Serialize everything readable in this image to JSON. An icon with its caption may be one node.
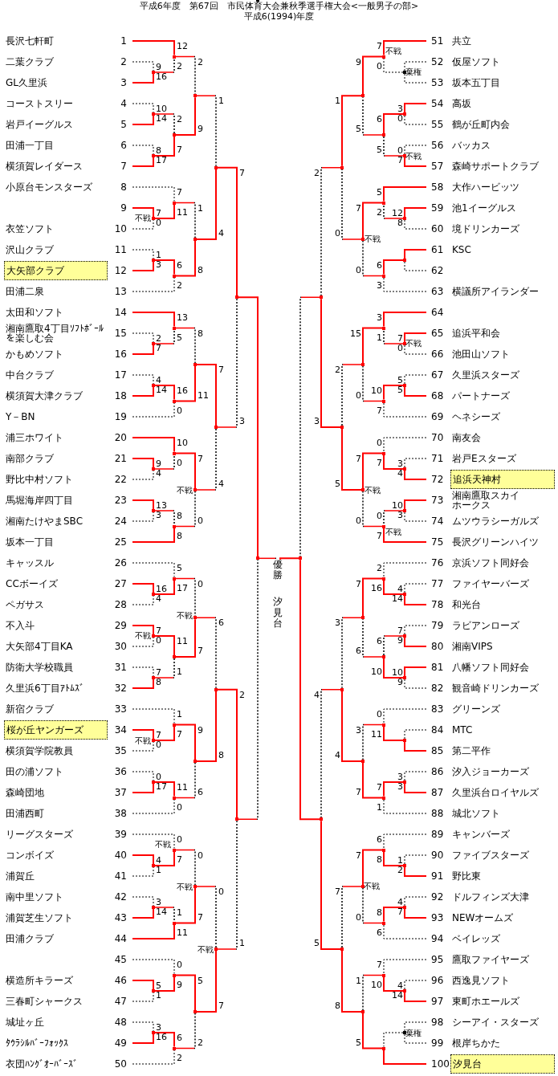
{
  "diagram": {
    "title": "平成6年度　第67回　市民体育大会兼秋季選手権大会<一般男子の部>",
    "nodes": [
      {
        "text": [
          "長沢七軒町",
          "1"
        ]
      },
      {
        "text": [
          "二葉クラブ",
          "2"
        ]
      },
      {
        "text": [
          "GL久里浜",
          "3"
        ]
      },
      {
        "text": [
          "コーストスリー",
          "4"
        ]
      },
      {
        "text": [
          "岩戸イーグルス",
          "5"
        ]
      },
      {
        "text": [
          "田浦一丁目",
          "6"
        ]
      },
      {
        "text": [
          "横須賀レイダース",
          "7"
        ]
      },
      {
        "text": [
          "小原台モンスターズ",
          "8"
        ]
      },
      {
        "text": [
          "9"
        ]
      },
      {
        "text": [
          "衣笠ソフト",
          "10"
        ]
      },
      {
        "text": [
          "沢山クラブ",
          "11"
        ]
      },
      {
        "text": [
          "大矢部クラブ",
          "12"
        ]
      },
      {
        "text": [
          "田浦二泉",
          "13"
        ]
      },
      {
        "text": [
          "太田和ソフト",
          "14"
        ]
      },
      {
        "text": [
          "湘南鷹取4丁目ｿﾌﾄﾎﾞｰﾙを楽しむ会",
          "15"
        ]
      },
      {
        "text": [
          "かもめソフト",
          "16"
        ]
      },
      {
        "text": [
          "中台クラブ",
          "17"
        ]
      },
      {
        "text": [
          "横須賀大津クラブ",
          "18"
        ]
      },
      {
        "text": [
          "Y－BN",
          "19"
        ]
      },
      {
        "text": [
          "浦三ホワイト",
          "20"
        ]
      },
      {
        "text": [
          "南部クラブ",
          "21"
        ]
      },
      {
        "text": [
          "野比中村ソフト",
          "22"
        ]
      },
      {
        "text": [
          "馬堀海岸四丁目",
          "23"
        ]
      },
      {
        "text": [
          "湘南たけやまSBC",
          "24"
        ]
      },
      {
        "text": [
          "坂本一丁目",
          "25"
        ]
      },
      {
        "text": [
          "キャッスル",
          "26"
        ]
      },
      {
        "text": [
          "CCボーイズ",
          "27"
        ]
      },
      {
        "text": [
          "ペガサス",
          "28"
        ]
      },
      {
        "text": [
          "不入斗",
          "29"
        ]
      },
      {
        "text": [
          "大矢部4丁目KA",
          "30"
        ]
      },
      {
        "text": [
          "防衛大学校職員",
          "31"
        ]
      },
      {
        "text": [
          "久里浜6丁目ｱﾄﾑｽﾞ",
          "32"
        ]
      },
      {
        "text": [
          "新宿クラブ",
          "33"
        ]
      },
      {
        "text": [
          "桜が丘ヤンガーズ",
          "34"
        ]
      },
      {
        "text": [
          "横須賀学院教員",
          "35"
        ]
      },
      {
        "text": [
          "田の浦ソフト",
          "36"
        ]
      },
      {
        "text": [
          "森崎団地",
          "37"
        ]
      },
      {
        "text": [
          "田浦西町",
          "38"
        ]
      },
      {
        "text": [
          "リーグスターズ",
          "39"
        ]
      },
      {
        "text": [
          "コンボイズ",
          "40"
        ]
      },
      {
        "text": [
          "浦賀丘",
          "41"
        ]
      },
      {
        "text": [
          "南中里ソフト",
          "42"
        ]
      },
      {
        "text": [
          "浦賀芝生ソフト",
          "43"
        ]
      },
      {
        "text": [
          "田浦クラブ",
          "44"
        ]
      },
      {
        "text": [
          "45"
        ]
      },
      {
        "text": [
          "横造所キラーズ",
          "46"
        ]
      },
      {
        "text": [
          "三春町シャークス",
          "47"
        ]
      },
      {
        "text": [
          "城址ヶ丘",
          "48"
        ]
      },
      {
        "text": [
          "ﾀｳﾗｼﾙﾊﾞｰﾌｫｯｸｽ",
          "49"
        ]
      },
      {
        "text": [
          "衣団ﾊﾝｸﾞｵｰﾊﾞｰｽﾞ",
          "50"
        ]
      },
      {
        "text": [
          "51",
          "共立"
        ]
      },
      {
        "text": [
          "52",
          "仮屋ソフト"
        ]
      },
      {
        "text": [
          "53",
          "坂本五丁目"
        ]
      },
      {
        "text": [
          "54",
          "高坂"
        ]
      },
      {
        "text": [
          "55",
          "鶴が丘町内会"
        ]
      },
      {
        "text": [
          "56",
          "バッカス"
        ]
      },
      {
        "text": [
          "57",
          "森崎サポートクラブ"
        ]
      },
      {
        "text": [
          "58",
          "大作ハービッツ"
        ]
      },
      {
        "text": [
          "59",
          "池1イーグルス"
        ]
      },
      {
        "text": [
          "60",
          "境ドリンカーズ"
        ]
      },
      {
        "text": [
          "61",
          "KSC"
        ]
      },
      {
        "text": [
          "62"
        ]
      },
      {
        "text": [
          "63",
          "横議所アイランダー"
        ]
      },
      {
        "text": [
          "64"
        ]
      },
      {
        "text": [
          "65",
          "追浜平和会"
        ]
      },
      {
        "text": [
          "66",
          "池田山ソフト"
        ]
      },
      {
        "text": [
          "67",
          "久里浜スターズ"
        ]
      },
      {
        "text": [
          "68",
          "パートナーズ"
        ]
      },
      {
        "text": [
          "69",
          "ヘネシーズ"
        ]
      },
      {
        "text": [
          "70",
          "南友会"
        ]
      },
      {
        "text": [
          "71",
          "岩戸Eスターズ"
        ]
      },
      {
        "text": [
          "72",
          "追浜天神村"
        ]
      },
      {
        "text": [
          "73",
          "湘南鷹取スカイホークス"
        ]
      },
      {
        "text": [
          "74",
          "ムツウラシーガルズ"
        ]
      },
      {
        "text": [
          "75",
          "長沢グリーンハイツ"
        ]
      },
      {
        "text": [
          "76",
          "京浜ソフト同好会"
        ]
      },
      {
        "text": [
          "77",
          "ファイヤーバーズ"
        ]
      },
      {
        "text": [
          "78",
          "和光台"
        ]
      },
      {
        "text": [
          "79",
          "ラビアンローズ"
        ]
      },
      {
        "text": [
          "80",
          "湘南VIPS"
        ]
      },
      {
        "text": [
          "81",
          "八幡ソフト同好会"
        ]
      },
      {
        "text": [
          "82",
          "観音崎ドリンカーズ"
        ]
      },
      {
        "text": [
          "83",
          "グリーンズ"
        ]
      },
      {
        "text": [
          "84",
          "MTC"
        ]
      },
      {
        "text": [
          "85",
          "第二平作"
        ]
      },
      {
        "text": [
          "86",
          "汐入ジョーカーズ"
        ]
      },
      {
        "text": [
          "87",
          "久里浜台ロイヤルズ"
        ]
      },
      {
        "text": [
          "88",
          "城北ソフト"
        ]
      },
      {
        "text": [
          "89",
          "キャンバーズ"
        ]
      },
      {
        "text": [
          "90",
          "ファイブスターズ"
        ]
      },
      {
        "text": [
          "91",
          "野比東"
        ]
      },
      {
        "text": [
          "92",
          "ドルフィンズ大津"
        ]
      },
      {
        "text": [
          "93",
          "NEWオームズ"
        ]
      },
      {
        "text": [
          "94",
          "ベイレッズ"
        ]
      },
      {
        "text": [
          "95",
          "鷹取ファイヤーズ"
        ]
      },
      {
        "text": [
          "96",
          "西逸見ソフト"
        ]
      },
      {
        "text": [
          "97",
          "東町ホエールズ"
        ]
      },
      {
        "text": [
          "98",
          "シーアイ・スターズ"
        ]
      },
      {
        "text": [
          "99",
          "根岸ちかた"
        ]
      },
      {
        "text": [
          "100",
          "汐見台"
        ]
      },
      {
        "text": [
          "優勝",
          "汐見台"
        ]
      },
      {
        "text": [],
        "shape": "dot"
      },
      {
        "text": [],
        "shape": "dot"
      },
      {
        "text": [],
        "shape": "dot"
      },
      {
        "text": [],
        "shape": "dot"
      },
      {
        "text": [],
        "shape": "dot"
      },
      {
        "text": [],
        "shape": "dot"
      },
      {
        "text": [],
        "shape": "dot"
      },
      {
        "text": [],
        "shape": "dot"
      },
      {
        "text": [],
        "shape": "dot"
      },
      {
        "text": [],
        "shape": "dot"
      },
      {
        "text": [],
        "shape": "dot"
      },
      {
        "text": [],
        "shape": "dot"
      },
      {
        "text": [],
        "shape": "dot"
      },
      {
        "text": [],
        "shape": "dot"
      },
      {
        "text": [],
        "shape": "dot"
      },
      {
        "text": [],
        "shape": "dot"
      },
      {
        "text": [],
        "shape": "dot"
      },
      {
        "text": [],
        "shape": "dot"
      },
      {
        "text": [],
        "shape": "dot"
      },
      {
        "text": [],
        "shape": "dot"
      },
      {
        "text": [],
        "shape": "dot"
      },
      {
        "text": [],
        "shape": "dot"
      },
      {
        "text": [],
        "shape": "dot"
      },
      {
        "text": [],
        "shape": "dot"
      },
      {
        "text": [],
        "shape": "dot"
      },
      {
        "text": [],
        "shape": "dot"
      },
      {
        "text": [],
        "shape": "dot"
      },
      {
        "text": [],
        "shape": "dot"
      },
      {
        "text": [],
        "shape": "dot"
      },
      {
        "text": [],
        "shape": "dot"
      },
      {
        "text": [],
        "shape": "dot"
      },
      {
        "text": [],
        "shape": "dot"
      },
      {
        "text": [],
        "shape": "dot"
      },
      {
        "text": [],
        "shape": "dot"
      },
      {
        "text": [],
        "shape": "dot"
      },
      {
        "text": [],
        "shape": "dot"
      },
      {
        "text": [],
        "shape": "dot"
      },
      {
        "text": [],
        "shape": "dot"
      },
      {
        "text": [],
        "shape": "dot"
      },
      {
        "text": [],
        "shape": "dot"
      },
      {
        "text": [],
        "shape": "dot"
      },
      {
        "text": [],
        "shape": "dot"
      },
      {
        "text": [],
        "shape": "dot"
      },
      {
        "text": [],
        "shape": "dot"
      },
      {
        "text": [],
        "shape": "dot"
      },
      {
        "text": [],
        "shape": "dot"
      },
      {
        "text": [],
        "shape": "dot"
      },
      {
        "text": [],
        "shape": "dot"
      },
      {
        "text": [],
        "shape": "dot"
      },
      {
        "text": [],
        "shape": "dot"
      },
      {
        "text": [],
        "shape": "dot"
      },
      {
        "text": [],
        "shape": "dot"
      },
      {
        "text": [],
        "shape": "dot"
      },
      {
        "text": [],
        "shape": "dot"
      },
      {
        "text": [],
        "shape": "dot"
      },
      {
        "text": [],
        "shape": "dot"
      },
      {
        "text": [],
        "shape": "dot"
      },
      {
        "text": [],
        "shape": "dot"
      },
      {
        "text": [],
        "shape": "dot"
      },
      {
        "text": [],
        "shape": "dot"
      },
      {
        "text": [],
        "shape": "dot"
      },
      {
        "text": [],
        "shape": "dot"
      },
      {
        "text": [],
        "shape": "dot"
      },
      {
        "text": [],
        "shape": "dot"
      },
      {
        "text": [],
        "shape": "dot"
      },
      {
        "text": [],
        "shape": "dot"
      },
      {
        "text": [],
        "shape": "dot"
      },
      {
        "text": [],
        "shape": "dot"
      },
      {
        "text": [],
        "shape": "dot"
      },
      {
        "text": [],
        "shape": "dot"
      },
      {
        "text": [],
        "shape": "dot"
      },
      {
        "text": [],
        "shape": "dot"
      },
      {
        "text": [],
        "shape": "dot"
      },
      {
        "text": [],
        "shape": "dot"
      },
      {
        "text": [],
        "shape": "dot"
      },
      {
        "text": [],
        "shape": "dot"
      },
      {
        "text": [],
        "shape": "dot"
      },
      {
        "text": [],
        "shape": "dot"
      },
      {
        "text": [],
        "shape": "dot"
      },
      {
        "text": [],
        "shape": "dot"
      },
      {
        "text": [],
        "shape": "dot"
      },
      {
        "text": [],
        "shape": "dot"
      },
      {
        "text": [],
        "shape": "dot"
      },
      {
        "text": [],
        "shape": "dot"
      },
      {
        "text": [],
        "shape": "dot"
      },
      {
        "text": [],
        "shape": "dot"
      },
      {
        "text": [],
        "shape": "dot"
      },
      {
        "text": [],
        "shape": "dot"
      },
      {
        "text": [],
        "shape": "dot"
      },
      {
        "text": [],
        "shape": "dot"
      },
      {
        "text": [],
        "shape": "dot"
      },
      {
        "text": [],
        "shape": "dot"
      },
      {
        "text": [],
        "shape": "dot"
      },
      {
        "text": [],
        "shape": "dot"
      },
      {
        "text": [],
        "shape": "dot"
      },
      {
        "text": [],
        "shape": "dot"
      },
      {
        "text": [],
        "shape": "dot"
      },
      {
        "text": [],
        "shape": "dot"
      },
      {
        "text": [],
        "shape": "dot"
      }
    ],
    "edges": [
      {
        "from": 1,
        "to": 101,
        "arrow": "none",
        "label": "9",
        "style": "dashed",
        "color": "#000000"
      },
      {
        "from": 2,
        "to": 101,
        "arrow": "none",
        "label": "16"
      },
      {
        "from": 0,
        "to": 102,
        "arrow": "none",
        "label": "12"
      },
      {
        "from": 101,
        "to": 102,
        "arrow": "none",
        "label": "2",
        "style": "dashed",
        "color": "#000000"
      },
      {
        "from": 3,
        "to": 103,
        "arrow": "none",
        "label": "10",
        "style": "dashed",
        "color": "#000000"
      },
      {
        "from": 4,
        "to": 103,
        "arrow": "none",
        "label": "14"
      },
      {
        "from": 5,
        "to": 104,
        "arrow": "none",
        "label": "8",
        "style": "dashed",
        "color": "#000000"
      },
      {
        "from": 6,
        "to": 104,
        "arrow": "none",
        "label": "17"
      },
      {
        "from": 103,
        "to": 105,
        "arrow": "none",
        "label": "2",
        "style": "dashed",
        "color": "#000000"
      },
      {
        "from": 104,
        "to": 105,
        "arrow": "none",
        "label": "7"
      },
      {
        "from": 102,
        "to": 106,
        "arrow": "none",
        "label": "2",
        "style": "dashed",
        "color": "#000000"
      },
      {
        "from": 105,
        "to": 106,
        "arrow": "none",
        "label": "9"
      },
      {
        "from": 8,
        "to": 107,
        "arrow": "none",
        "label": "7"
      },
      {
        "from": 9,
        "to": 107,
        "arrow": "none",
        "label": "0",
        "style": "dashed",
        "color": "#000000"
      },
      {
        "from": 7,
        "to": 108,
        "arrow": "none",
        "label": "7",
        "style": "dashed",
        "color": "#000000"
      },
      {
        "from": 107,
        "to": 108,
        "arrow": "none",
        "label": "11"
      },
      {
        "from": 10,
        "to": 109,
        "arrow": "none",
        "label": "1",
        "style": "dashed",
        "color": "#000000"
      },
      {
        "from": 11,
        "to": 109,
        "arrow": "none",
        "label": "3"
      },
      {
        "from": 109,
        "to": 110,
        "arrow": "none",
        "label": "6"
      },
      {
        "from": 12,
        "to": 110,
        "arrow": "none",
        "label": "2",
        "style": "dashed",
        "color": "#000000"
      },
      {
        "from": 108,
        "to": 111,
        "arrow": "none",
        "label": "1",
        "style": "dashed",
        "color": "#000000"
      },
      {
        "from": 110,
        "to": 111,
        "arrow": "none",
        "label": "8"
      },
      {
        "from": 106,
        "to": 112,
        "arrow": "none",
        "label": "1",
        "style": "dashed",
        "color": "#000000"
      },
      {
        "from": 111,
        "to": 112,
        "arrow": "none",
        "label": "4"
      },
      {
        "from": 14,
        "to": 113,
        "arrow": "none",
        "label": "2",
        "style": "dashed",
        "color": "#000000"
      },
      {
        "from": 15,
        "to": 113,
        "arrow": "none",
        "label": "7"
      },
      {
        "from": 13,
        "to": 114,
        "arrow": "none",
        "label": "13"
      },
      {
        "from": 113,
        "to": 114,
        "arrow": "none",
        "label": "5",
        "style": "dashed",
        "color": "#000000"
      },
      {
        "from": 16,
        "to": 115,
        "arrow": "none",
        "label": "4",
        "style": "dashed",
        "color": "#000000"
      },
      {
        "from": 17,
        "to": 115,
        "arrow": "none",
        "label": "14"
      },
      {
        "from": 115,
        "to": 116,
        "arrow": "none",
        "label": "16"
      },
      {
        "from": 18,
        "to": 116,
        "arrow": "none",
        "label": "0",
        "style": "dashed",
        "color": "#000000"
      },
      {
        "from": 114,
        "to": 117,
        "arrow": "none",
        "label": "8",
        "style": "dashed",
        "color": "#000000"
      },
      {
        "from": 116,
        "to": 117,
        "arrow": "none",
        "label": "11"
      },
      {
        "from": 20,
        "to": 118,
        "arrow": "none",
        "label": "9"
      },
      {
        "from": 21,
        "to": 118,
        "arrow": "none",
        "label": "4",
        "style": "dashed",
        "color": "#000000"
      },
      {
        "from": 19,
        "to": 119,
        "arrow": "none",
        "label": "10"
      },
      {
        "from": 118,
        "to": 119,
        "arrow": "none",
        "label": "0",
        "style": "dashed",
        "color": "#000000"
      },
      {
        "from": 22,
        "to": 120,
        "arrow": "none",
        "label": "13"
      },
      {
        "from": 23,
        "to": 120,
        "arrow": "none",
        "label": "3",
        "style": "dashed",
        "color": "#000000"
      },
      {
        "from": 120,
        "to": 121,
        "arrow": "none",
        "label": "8",
        "style": "dashed",
        "color": "#000000"
      },
      {
        "from": 24,
        "to": 121,
        "arrow": "none",
        "label": "8"
      },
      {
        "from": 119,
        "to": 122,
        "arrow": "none",
        "label": "7"
      },
      {
        "from": 121,
        "to": 122,
        "arrow": "none",
        "label": "0",
        "style": "dashed",
        "color": "#000000"
      },
      {
        "from": 117,
        "to": 123,
        "arrow": "none",
        "label": "7"
      },
      {
        "from": 122,
        "to": 123,
        "arrow": "none",
        "label": "4",
        "style": "dashed",
        "color": "#000000"
      },
      {
        "from": 112,
        "to": 124,
        "arrow": "none",
        "label": "7"
      },
      {
        "from": 123,
        "to": 124,
        "arrow": "none",
        "label": "3",
        "style": "dashed",
        "color": "#000000"
      },
      {
        "from": 26,
        "to": 125,
        "arrow": "none",
        "label": "16"
      },
      {
        "from": 27,
        "to": 125,
        "arrow": "none",
        "label": "4",
        "style": "dashed",
        "color": "#000000"
      },
      {
        "from": 25,
        "to": 126,
        "arrow": "none",
        "label": "5",
        "style": "dashed",
        "color": "#000000"
      },
      {
        "from": 125,
        "to": 126,
        "arrow": "none",
        "label": "17"
      },
      {
        "from": 28,
        "to": 127,
        "arrow": "none",
        "label": "7"
      },
      {
        "from": 29,
        "to": 127,
        "arrow": "none",
        "label": "0",
        "style": "dashed",
        "color": "#000000"
      },
      {
        "from": 30,
        "to": 128,
        "arrow": "none",
        "label": "7",
        "style": "dashed",
        "color": "#000000"
      },
      {
        "from": 31,
        "to": 128,
        "arrow": "none",
        "label": "8"
      },
      {
        "from": 127,
        "to": 129,
        "arrow": "none",
        "label": "11"
      },
      {
        "from": 128,
        "to": 129,
        "arrow": "none",
        "label": "1",
        "style": "dashed",
        "color": "#000000"
      },
      {
        "from": 126,
        "to": 130,
        "arrow": "none",
        "label": "0",
        "style": "dashed",
        "color": "#000000"
      },
      {
        "from": 129,
        "to": 130,
        "arrow": "none",
        "label": "7"
      },
      {
        "from": 33,
        "to": 131,
        "arrow": "none",
        "label": "7"
      },
      {
        "from": 34,
        "to": 131,
        "arrow": "none",
        "label": "0",
        "style": "dashed",
        "color": "#000000"
      },
      {
        "from": 32,
        "to": 132,
        "arrow": "none",
        "label": "1",
        "style": "dashed",
        "color": "#000000"
      },
      {
        "from": 131,
        "to": 132,
        "arrow": "none",
        "label": "7"
      },
      {
        "from": 35,
        "to": 133,
        "arrow": "none",
        "label": "0",
        "style": "dashed",
        "color": "#000000"
      },
      {
        "from": 36,
        "to": 133,
        "arrow": "none",
        "label": "17"
      },
      {
        "from": 133,
        "to": 134,
        "arrow": "none",
        "label": "11"
      },
      {
        "from": 37,
        "to": 134,
        "arrow": "none",
        "label": "0",
        "style": "dashed",
        "color": "#000000"
      },
      {
        "from": 132,
        "to": 135,
        "arrow": "none",
        "label": "9"
      },
      {
        "from": 134,
        "to": 135,
        "arrow": "none",
        "label": "6",
        "style": "dashed",
        "color": "#000000"
      },
      {
        "from": 130,
        "to": 136,
        "arrow": "none",
        "label": "6",
        "style": "dashed",
        "color": "#000000"
      },
      {
        "from": 135,
        "to": 136,
        "arrow": "none",
        "label": "8"
      },
      {
        "from": 39,
        "to": 137,
        "arrow": "none",
        "label": "4"
      },
      {
        "from": 40,
        "to": 137,
        "arrow": "none",
        "label": "1",
        "style": "dashed",
        "color": "#000000"
      },
      {
        "from": 38,
        "to": 138,
        "arrow": "none",
        "label": "0",
        "style": "dashed",
        "color": "#000000"
      },
      {
        "from": 137,
        "to": 138,
        "arrow": "none",
        "label": "7"
      },
      {
        "from": 41,
        "to": 139,
        "arrow": "none",
        "label": "3",
        "style": "dashed",
        "color": "#000000"
      },
      {
        "from": 42,
        "to": 139,
        "arrow": "none",
        "label": "14"
      },
      {
        "from": 139,
        "to": 140,
        "arrow": "none",
        "label": "1",
        "style": "dashed",
        "color": "#000000"
      },
      {
        "from": 43,
        "to": 140,
        "arrow": "none",
        "label": "11"
      },
      {
        "from": 138,
        "to": 141,
        "arrow": "none",
        "label": "0",
        "style": "dashed",
        "color": "#000000"
      },
      {
        "from": 140,
        "to": 141,
        "arrow": "none",
        "label": "7"
      },
      {
        "from": 45,
        "to": 142,
        "arrow": "none",
        "label": "5"
      },
      {
        "from": 46,
        "to": 142,
        "arrow": "none",
        "label": "1",
        "style": "dashed",
        "color": "#000000"
      },
      {
        "from": 44,
        "to": 143,
        "arrow": "none",
        "label": "0",
        "style": "dashed",
        "color": "#000000"
      },
      {
        "from": 142,
        "to": 143,
        "arrow": "none",
        "label": "9"
      },
      {
        "from": 47,
        "to": 144,
        "arrow": "none",
        "label": "3",
        "style": "dashed",
        "color": "#000000"
      },
      {
        "from": 48,
        "to": 144,
        "arrow": "none",
        "label": "16"
      },
      {
        "from": 144,
        "to": 145,
        "arrow": "none",
        "label": "6"
      },
      {
        "from": 49,
        "to": 145,
        "arrow": "none",
        "label": "2",
        "style": "dashed",
        "color": "#000000"
      },
      {
        "from": 143,
        "to": 146,
        "arrow": "none",
        "label": "5"
      },
      {
        "from": 145,
        "to": 146,
        "arrow": "none",
        "label": "2",
        "style": "dashed",
        "color": "#000000"
      },
      {
        "from": 141,
        "to": 147,
        "arrow": "none",
        "label": "0",
        "style": "dashed",
        "color": "#000000"
      },
      {
        "from": 146,
        "to": 147,
        "arrow": "none",
        "label": "7"
      },
      {
        "from": 136,
        "to": 148,
        "arrow": "none",
        "label": "2"
      },
      {
        "from": 147,
        "to": 148,
        "arrow": "none",
        "label": "1",
        "style": "dashed",
        "color": "#000000"
      },
      {
        "from": 124,
        "to": 149,
        "arrow": "none"
      },
      {
        "from": 148,
        "to": 149,
        "arrow": "none",
        "style": "dashed",
        "color": "#000000"
      },
      {
        "from": 51,
        "to": 150,
        "arrow": "none",
        "style": "dashed",
        "color": "#000000"
      },
      {
        "from": 52,
        "to": 150,
        "arrow": "none",
        "style": "dashed",
        "color": "#000000"
      },
      {
        "from": 50,
        "to": 151,
        "arrow": "none",
        "label": "7"
      },
      {
        "from": 150,
        "to": 151,
        "arrow": "none",
        "label": "0",
        "style": "dashed",
        "color": "#000000"
      },
      {
        "from": 53,
        "to": 152,
        "arrow": "none",
        "label": "3"
      },
      {
        "from": 54,
        "to": 152,
        "arrow": "none",
        "label": "0",
        "style": "dashed",
        "color": "#000000"
      },
      {
        "from": 55,
        "to": 153,
        "arrow": "none",
        "label": "0",
        "style": "dashed",
        "color": "#000000"
      },
      {
        "from": 56,
        "to": 153,
        "arrow": "none",
        "label": "7"
      },
      {
        "from": 152,
        "to": 154,
        "arrow": "none",
        "label": "6"
      },
      {
        "from": 153,
        "to": 154,
        "arrow": "none",
        "label": "5",
        "style": "dashed",
        "color": "#000000"
      },
      {
        "from": 151,
        "to": 155,
        "arrow": "none",
        "label": "9"
      },
      {
        "from": 154,
        "to": 155,
        "arrow": "none",
        "label": "5",
        "style": "dashed",
        "color": "#000000"
      },
      {
        "from": 58,
        "to": 156,
        "arrow": "none",
        "label": "12"
      },
      {
        "from": 59,
        "to": 156,
        "arrow": "none",
        "label": "8",
        "style": "dashed",
        "color": "#000000"
      },
      {
        "from": 57,
        "to": 157,
        "arrow": "none",
        "label": "5"
      },
      {
        "from": 156,
        "to": 157,
        "arrow": "none",
        "label": "2",
        "style": "dashed",
        "color": "#000000"
      },
      {
        "from": 60,
        "to": 158,
        "arrow": "none"
      },
      {
        "from": 61,
        "to": 158,
        "arrow": "none",
        "style": "dashed",
        "color": "#000000"
      },
      {
        "from": 158,
        "to": 159,
        "arrow": "none",
        "label": "6"
      },
      {
        "from": 62,
        "to": 159,
        "arrow": "none",
        "label": "3",
        "style": "dashed",
        "color": "#000000"
      },
      {
        "from": 157,
        "to": 160,
        "arrow": "none",
        "label": "7"
      },
      {
        "from": 159,
        "to": 160,
        "arrow": "none",
        "label": "0",
        "style": "dashed",
        "color": "#000000"
      },
      {
        "from": 155,
        "to": 161,
        "arrow": "none",
        "label": "1"
      },
      {
        "from": 160,
        "to": 161,
        "arrow": "none",
        "label": "0",
        "style": "dashed",
        "color": "#000000"
      },
      {
        "from": 64,
        "to": 162,
        "arrow": "none",
        "label": "7"
      },
      {
        "from": 65,
        "to": 162,
        "arrow": "none",
        "label": "0",
        "style": "dashed",
        "color": "#000000"
      },
      {
        "from": 63,
        "to": 163,
        "arrow": "none",
        "label": "3"
      },
      {
        "from": 162,
        "to": 163,
        "arrow": "none",
        "label": "1",
        "style": "dashed",
        "color": "#000000"
      },
      {
        "from": 66,
        "to": 164,
        "arrow": "none",
        "label": "5",
        "style": "dashed",
        "color": "#000000"
      },
      {
        "from": 67,
        "to": 164,
        "arrow": "none",
        "label": "5"
      },
      {
        "from": 164,
        "to": 165,
        "arrow": "none",
        "label": "10"
      },
      {
        "from": 68,
        "to": 165,
        "arrow": "none",
        "label": "7",
        "style": "dashed",
        "color": "#000000"
      },
      {
        "from": 163,
        "to": 166,
        "arrow": "none",
        "label": "15"
      },
      {
        "from": 165,
        "to": 166,
        "arrow": "none",
        "label": "0",
        "style": "dashed",
        "color": "#000000"
      },
      {
        "from": 70,
        "to": 167,
        "arrow": "none",
        "label": "3",
        "style": "dashed",
        "color": "#000000"
      },
      {
        "from": 71,
        "to": 167,
        "arrow": "none",
        "label": "4"
      },
      {
        "from": 69,
        "to": 168,
        "arrow": "none",
        "label": "0",
        "style": "dashed",
        "color": "#000000"
      },
      {
        "from": 167,
        "to": 168,
        "arrow": "none",
        "label": "7"
      },
      {
        "from": 72,
        "to": 169,
        "arrow": "none",
        "label": "10"
      },
      {
        "from": 73,
        "to": 169,
        "arrow": "none",
        "label": "3",
        "style": "dashed",
        "color": "#000000"
      },
      {
        "from": 169,
        "to": 170,
        "arrow": "none",
        "label": "0",
        "style": "dashed",
        "color": "#000000"
      },
      {
        "from": 74,
        "to": 170,
        "arrow": "none",
        "label": "7"
      },
      {
        "from": 168,
        "to": 171,
        "arrow": "none",
        "label": "7"
      },
      {
        "from": 170,
        "to": 171,
        "arrow": "none",
        "label": "0",
        "style": "dashed",
        "color": "#000000"
      },
      {
        "from": 166,
        "to": 172,
        "arrow": "none",
        "label": "2",
        "style": "dashed",
        "color": "#000000"
      },
      {
        "from": 171,
        "to": 172,
        "arrow": "none",
        "label": "5"
      },
      {
        "from": 161,
        "to": 173,
        "arrow": "none",
        "label": "2",
        "style": "dashed",
        "color": "#000000"
      },
      {
        "from": 172,
        "to": 173,
        "arrow": "none",
        "label": "3"
      },
      {
        "from": 76,
        "to": 174,
        "arrow": "none",
        "label": "4",
        "style": "dashed",
        "color": "#000000"
      },
      {
        "from": 77,
        "to": 174,
        "arrow": "none",
        "label": "14"
      },
      {
        "from": 75,
        "to": 175,
        "arrow": "none",
        "label": "2",
        "style": "dashed",
        "color": "#000000"
      },
      {
        "from": 174,
        "to": 175,
        "arrow": "none",
        "label": "16"
      },
      {
        "from": 78,
        "to": 176,
        "arrow": "none",
        "label": "7",
        "style": "dashed",
        "color": "#000000"
      },
      {
        "from": 79,
        "to": 176,
        "arrow": "none",
        "label": "9"
      },
      {
        "from": 80,
        "to": 177,
        "arrow": "none",
        "label": "10"
      },
      {
        "from": 81,
        "to": 177,
        "arrow": "none",
        "label": "9",
        "style": "dashed",
        "color": "#000000"
      },
      {
        "from": 176,
        "to": 178,
        "arrow": "none",
        "label": "6",
        "style": "dashed",
        "color": "#000000"
      },
      {
        "from": 177,
        "to": 178,
        "arrow": "none",
        "label": "10"
      },
      {
        "from": 175,
        "to": 179,
        "arrow": "none",
        "label": "7"
      },
      {
        "from": 178,
        "to": 179,
        "arrow": "none",
        "label": "6",
        "style": "dashed",
        "color": "#000000"
      },
      {
        "from": 83,
        "to": 180,
        "arrow": "none",
        "style": "dashed",
        "color": "#000000"
      },
      {
        "from": 84,
        "to": 180,
        "arrow": "none"
      },
      {
        "from": 82,
        "to": 181,
        "arrow": "none",
        "label": "0",
        "style": "dashed",
        "color": "#000000"
      },
      {
        "from": 180,
        "to": 181,
        "arrow": "none",
        "label": "11"
      },
      {
        "from": 85,
        "to": 182,
        "arrow": "none",
        "label": "3",
        "style": "dashed",
        "color": "#000000"
      },
      {
        "from": 86,
        "to": 182,
        "arrow": "none",
        "label": "3"
      },
      {
        "from": 182,
        "to": 183,
        "arrow": "none",
        "label": "7"
      },
      {
        "from": 87,
        "to": 183,
        "arrow": "none",
        "label": "1",
        "style": "dashed",
        "color": "#000000"
      },
      {
        "from": 181,
        "to": 184,
        "arrow": "none",
        "label": "3",
        "style": "dashed",
        "color": "#000000"
      },
      {
        "from": 183,
        "to": 184,
        "arrow": "none",
        "label": "7"
      },
      {
        "from": 179,
        "to": 185,
        "arrow": "none",
        "label": "3",
        "style": "dashed",
        "color": "#000000"
      },
      {
        "from": 184,
        "to": 185,
        "arrow": "none",
        "label": "4"
      },
      {
        "from": 89,
        "to": 186,
        "arrow": "none",
        "label": "1",
        "style": "dashed",
        "color": "#000000"
      },
      {
        "from": 90,
        "to": 186,
        "arrow": "none",
        "label": "2"
      },
      {
        "from": 88,
        "to": 187,
        "arrow": "none",
        "label": "6",
        "style": "dashed",
        "color": "#000000"
      },
      {
        "from": 186,
        "to": 187,
        "arrow": "none",
        "label": "8"
      },
      {
        "from": 91,
        "to": 188,
        "arrow": "none",
        "label": "4",
        "style": "dashed",
        "color": "#000000"
      },
      {
        "from": 92,
        "to": 188,
        "arrow": "none",
        "label": "7"
      },
      {
        "from": 188,
        "to": 189,
        "arrow": "none",
        "label": "8"
      },
      {
        "from": 93,
        "to": 189,
        "arrow": "none",
        "label": "6",
        "style": "dashed",
        "color": "#000000"
      },
      {
        "from": 187,
        "to": 190,
        "arrow": "none",
        "label": "7"
      },
      {
        "from": 189,
        "to": 190,
        "arrow": "none",
        "label": "0",
        "style": "dashed",
        "color": "#000000"
      },
      {
        "from": 95,
        "to": 191,
        "arrow": "none",
        "label": "4",
        "style": "dashed",
        "color": "#000000"
      },
      {
        "from": 96,
        "to": 191,
        "arrow": "none",
        "label": "14"
      },
      {
        "from": 94,
        "to": 192,
        "arrow": "none",
        "label": "7",
        "style": "dashed",
        "color": "#000000"
      },
      {
        "from": 191,
        "to": 192,
        "arrow": "none",
        "label": "10"
      },
      {
        "from": 97,
        "to": 193,
        "arrow": "none",
        "style": "dashed",
        "color": "#000000"
      },
      {
        "from": 98,
        "to": 193,
        "arrow": "none",
        "style": "dashed",
        "color": "#000000"
      },
      {
        "from": 193,
        "to": 194,
        "arrow": "none",
        "style": "dashed",
        "color": "#000000"
      },
      {
        "from": 99,
        "to": 194,
        "arrow": "none"
      },
      {
        "from": 192,
        "to": 195,
        "arrow": "none",
        "label": "1",
        "style": "dashed",
        "color": "#000000"
      },
      {
        "from": 194,
        "to": 195,
        "arrow": "none",
        "label": "5"
      },
      {
        "from": 190,
        "to": 196,
        "arrow": "none",
        "label": "7",
        "style": "dashed",
        "color": "#000000"
      },
      {
        "from": 195,
        "to": 196,
        "arrow": "none",
        "label": "8"
      },
      {
        "from": 185,
        "to": 197,
        "arrow": "none",
        "label": "4",
        "style": "dashed",
        "color": "#000000"
      },
      {
        "from": 196,
        "to": 197,
        "arrow": "none",
        "label": "5"
      },
      {
        "from": 173,
        "to": 198,
        "arrow": "none",
        "style": "dashed",
        "color": "#000000"
      },
      {
        "from": 197,
        "to": 198,
        "arrow": "none"
      },
      {
        "from": 149,
        "to": 100,
        "arrow": "none",
        "style": "dashed",
        "color": "#000000"
      },
      {
        "from": 198,
        "to": 100,
        "arrow": "none"
      }
    ],
    "labels": [
      "平成6(1994)年度",
      "不戦",
      "棄権",
      "不戦",
      "不戦",
      "不戦",
      "不戦",
      "不戦",
      "不戦",
      "不戦",
      "不戦",
      "不戦",
      "不戦",
      "不戦",
      "不戦",
      "不戦",
      "不戦",
      "棄権"
    ]
  }
}
